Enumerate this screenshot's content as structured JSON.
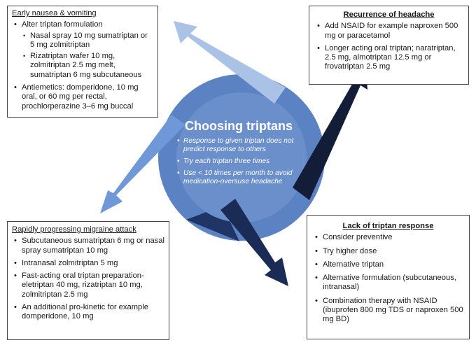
{
  "center": {
    "title": "Choosing triptans",
    "points": [
      "Response to given triptan does not predict response to others",
      "Try each triptan three times",
      "Use < 10 times per month to avoid medication-oversuse headache"
    ]
  },
  "boxes": {
    "early": {
      "title": "Early nausea & vomiting",
      "items": [
        {
          "text": "Alter triptan formulation",
          "sub": [
            "Nasal spray 10 mg sumatriptan or 5 mg zolmitriptan",
            "Rizatriptan wafer 10 mg, zolmitriptan 2.5 mg melt, sumatriptan 6 mg subcutaneous"
          ]
        },
        {
          "text": "Antiemetics: domperidone, 10 mg oral, or 60 mg per rectal, prochlorperazine 3–6 mg buccal"
        }
      ]
    },
    "recurrence": {
      "title": "Recurrence of headache",
      "items": [
        "Add NSAID for example naproxen 500 mg or paracetamol",
        "Longer acting oral triptan; naratriptan, 2.5 mg, almotriptan 12.5 mg or frovatriptan 2.5 mg"
      ]
    },
    "rapid": {
      "title": "Rapidly progressing migraine attack",
      "items": [
        "Subcutaneous sumatriptan 6 mg or nasal spray sumatriptan 10 mg",
        "Intranasal zolmitriptan 5 mg",
        "Fast-acting oral triptan preparation-eletriptan 40 mg, rizatriptan 10 mg, zolmitriptan 2.5 mg",
        "An additional pro-kinetic for example domperidone, 10 mg"
      ]
    },
    "lack": {
      "title": "Lack of triptan response",
      "items": [
        "Consider preventive",
        "Try higher dose",
        "Alternative triptan",
        "Alternative formulation (subcutaneous, intranasal)",
        "Combination therapy with NSAID (ibuprofen 800 mg TDS or naproxen 500 mg BD)"
      ]
    }
  },
  "colors": {
    "ring": "#5b82c2",
    "ring_dark": "#1f3566",
    "arrow_light": "#a9c2e6",
    "arrow_mid": "#6f98d8",
    "arrow_navy": "#1a2b55",
    "arrow_darkest": "#141d38"
  }
}
